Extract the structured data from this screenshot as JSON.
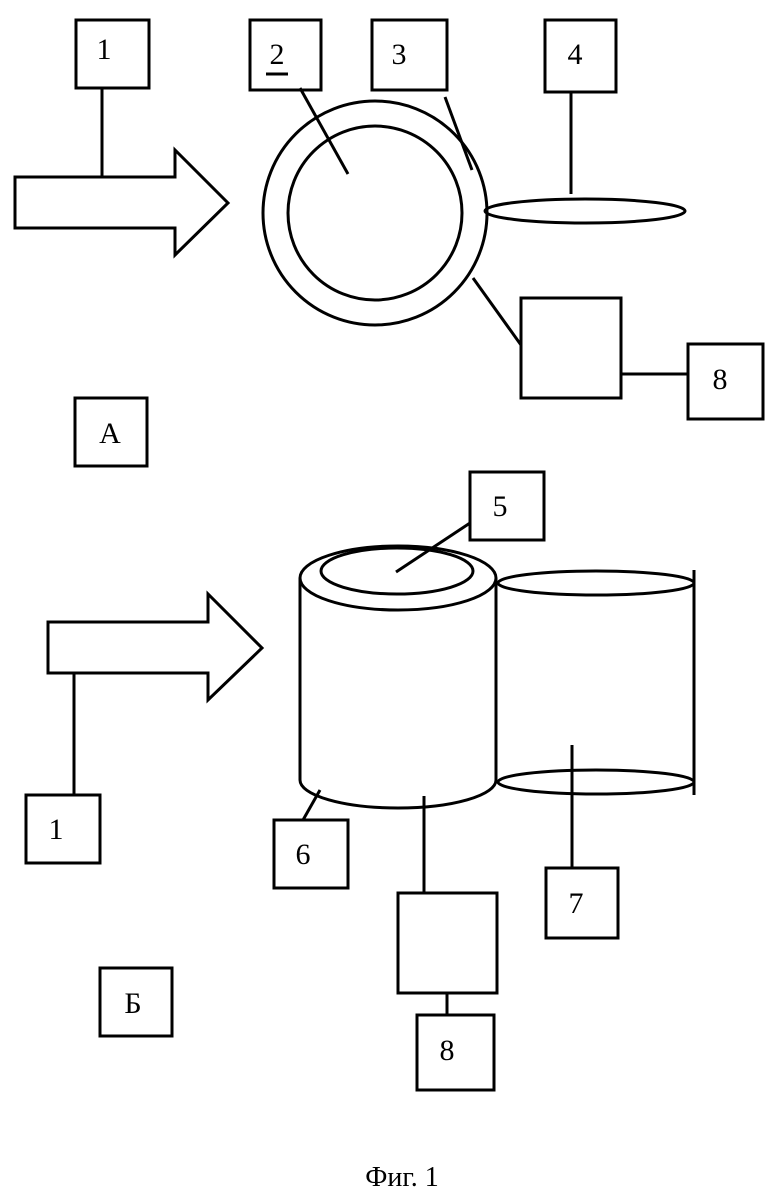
{
  "figure": {
    "caption": "Фиг. 1",
    "panel_a": {
      "label": "А",
      "source_label": "1",
      "core_label": "2",
      "ring_label": "3",
      "lens_label": "4",
      "unit_label": "8"
    },
    "panel_b": {
      "label": "Б",
      "source_label": "1",
      "top_label": "5",
      "cylinder_label": "6",
      "side_cylinder_label": "7",
      "unit_label": "8"
    }
  }
}
